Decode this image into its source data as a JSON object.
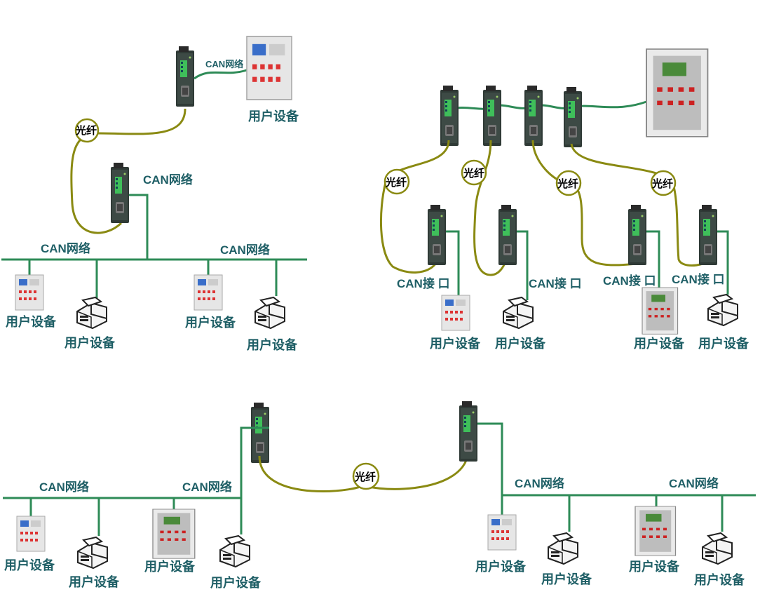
{
  "labels": {
    "user_device": "用户设备",
    "can_network": "CAN网络",
    "can_interface": "CAN接 口",
    "fiber": "光纤"
  },
  "colors": {
    "can_line": "#2e8b57",
    "fiber_line": "#8a8a12",
    "label_text": "#1f5f66"
  },
  "icons": [
    "converter-module-icon",
    "fire-alarm-panel-icon",
    "printer-icon",
    "control-cabinet-icon"
  ]
}
